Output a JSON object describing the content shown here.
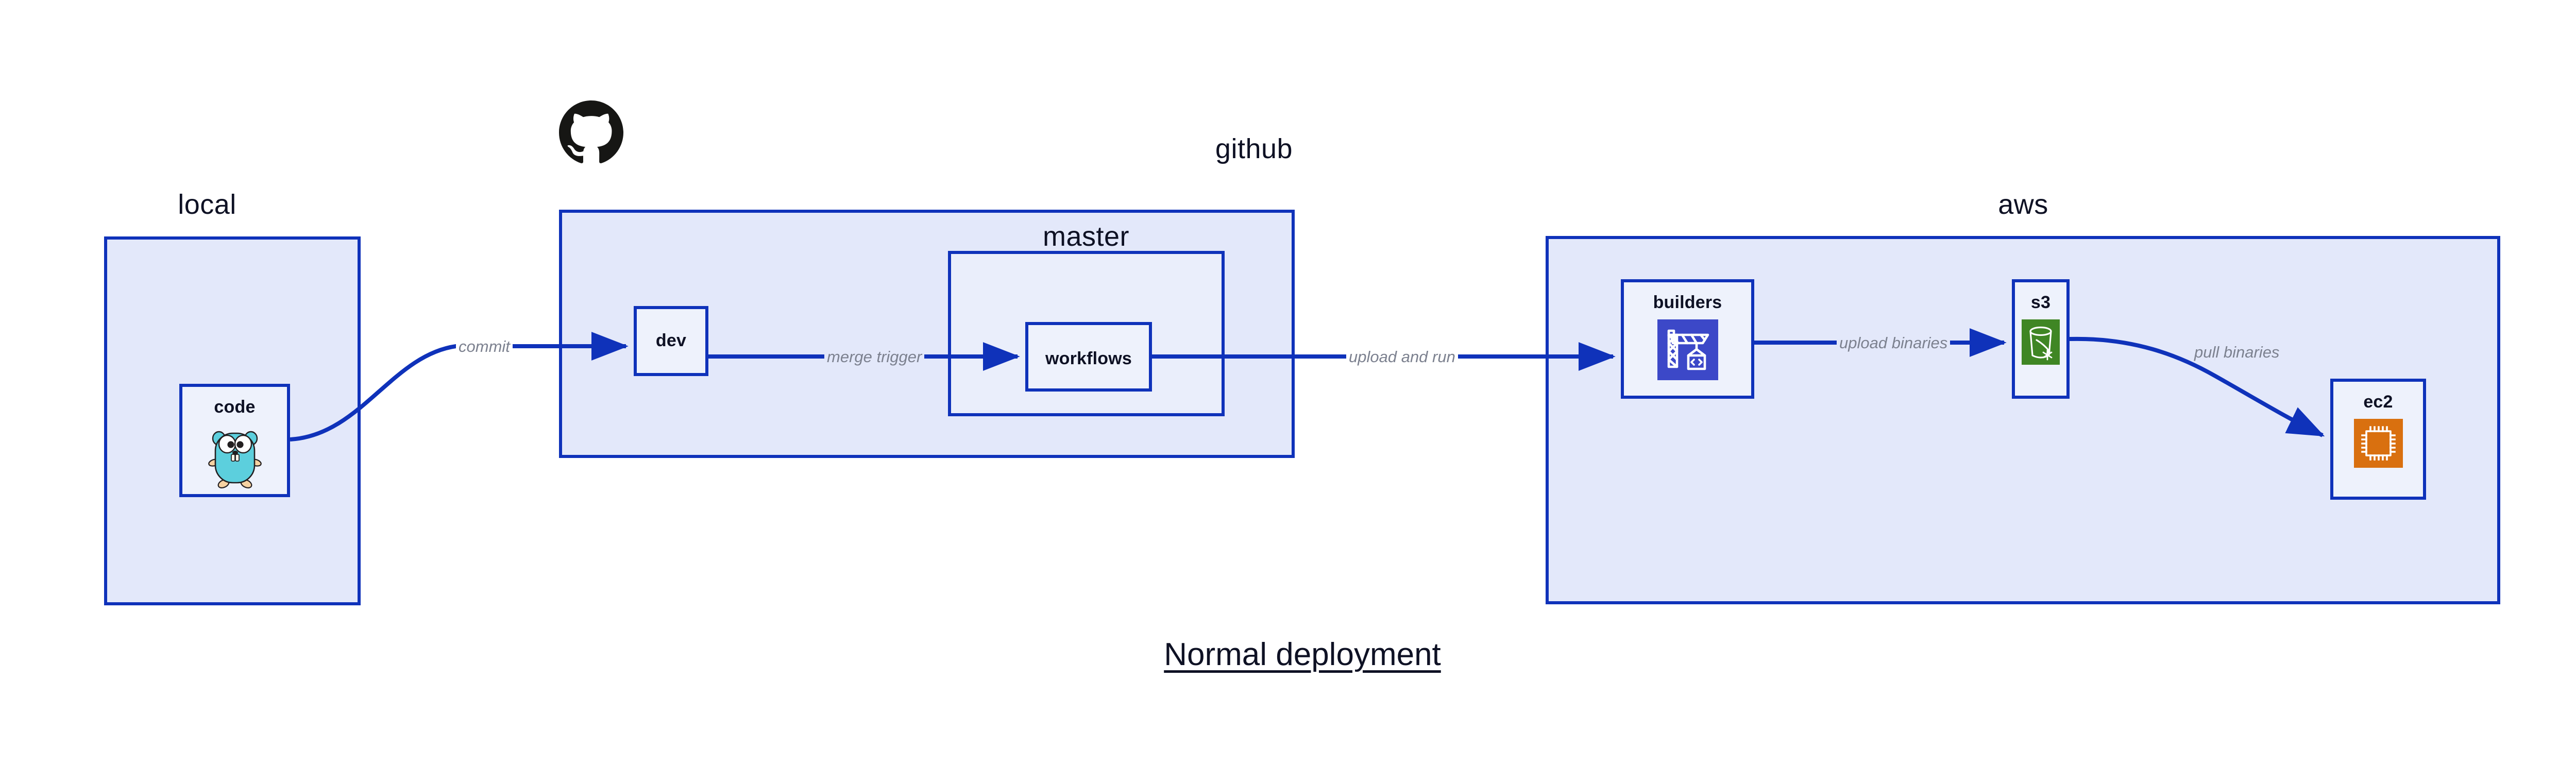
{
  "title": "Normal deployment",
  "theme": {
    "stroke": "#0f32ba",
    "group_fill": "#e3e8fa",
    "node_fill": "#eef2fc",
    "label_color": "#0e1124",
    "edge_label_color": "#7c818f",
    "canvas": "#ffffff",
    "builders_tile": "#3c48c8",
    "s3_tile": "#3f8624",
    "ec2_tile": "#d9700f",
    "gopher_body": "#5ccfdd",
    "github_logo": "#161614"
  },
  "groups": [
    {
      "id": "local",
      "label": "local"
    },
    {
      "id": "github",
      "label": "github"
    },
    {
      "id": "master",
      "label": "master"
    },
    {
      "id": "aws",
      "label": "aws"
    }
  ],
  "nodes": [
    {
      "id": "code",
      "label": "code",
      "icon": "go-gopher-icon"
    },
    {
      "id": "dev",
      "label": "dev",
      "icon": "none"
    },
    {
      "id": "workflows",
      "label": "workflows",
      "icon": "none"
    },
    {
      "id": "builders",
      "label": "builders",
      "icon": "aws-codebuild-icon"
    },
    {
      "id": "s3",
      "label": "s3",
      "icon": "aws-s3-icon"
    },
    {
      "id": "ec2",
      "label": "ec2",
      "icon": "aws-ec2-icon"
    }
  ],
  "edges": [
    {
      "id": "commit",
      "from": "code",
      "to": "dev",
      "label": "commit"
    },
    {
      "id": "merge-trigger",
      "from": "dev",
      "to": "workflows",
      "label": "merge trigger"
    },
    {
      "id": "upload-and-run",
      "from": "workflows",
      "to": "builders",
      "label": "upload and run"
    },
    {
      "id": "upload-binaries",
      "from": "builders",
      "to": "s3",
      "label": "upload binaries"
    },
    {
      "id": "pull-binaries",
      "from": "s3",
      "to": "ec2",
      "label": "pull binaries"
    }
  ],
  "decorations": [
    {
      "id": "github-logo",
      "icon": "github-octocat-icon"
    }
  ]
}
